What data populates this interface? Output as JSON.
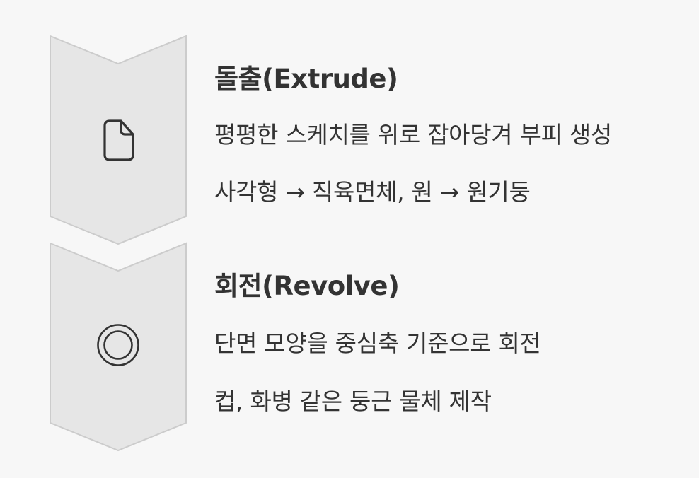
{
  "colors": {
    "background": "#f7f7f7",
    "chevron_fill": "#e6e6e6",
    "chevron_stroke": "#cccccc",
    "icon_stroke": "#333333",
    "text": "#333333"
  },
  "steps": [
    {
      "icon": "file-icon",
      "title": "돌출(Extrude)",
      "lines": [
        "평평한 스케치를 위로 잡아당겨 부피 생성",
        "사각형 → 직육면체, 원 → 원기둥"
      ]
    },
    {
      "icon": "concentric-circles-icon",
      "title": "회전(Revolve)",
      "lines": [
        "단면 모양을 중심축 기준으로 회전",
        "컵, 화병 같은 둥근 물체 제작"
      ]
    }
  ]
}
